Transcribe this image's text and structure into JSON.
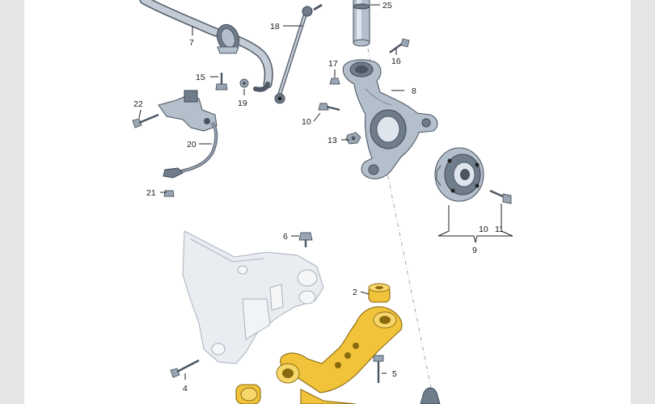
{
  "diagram": {
    "labels": {
      "n2": "2",
      "n4": "4",
      "n5": "5",
      "n6": "6",
      "n7": "7",
      "n8": "8",
      "n9": "9",
      "n10a": "10",
      "n10b": "10",
      "n11": "11",
      "n13": "13",
      "n15": "15",
      "n16": "16",
      "n17": "17",
      "n18": "18",
      "n19": "19",
      "n20": "20",
      "n21": "21",
      "n22": "22",
      "n25": "25"
    },
    "colors": {
      "highlight_part": "#f1c33a",
      "standard_part": "#b4bfcc",
      "subframe": "#e9edf2"
    }
  }
}
